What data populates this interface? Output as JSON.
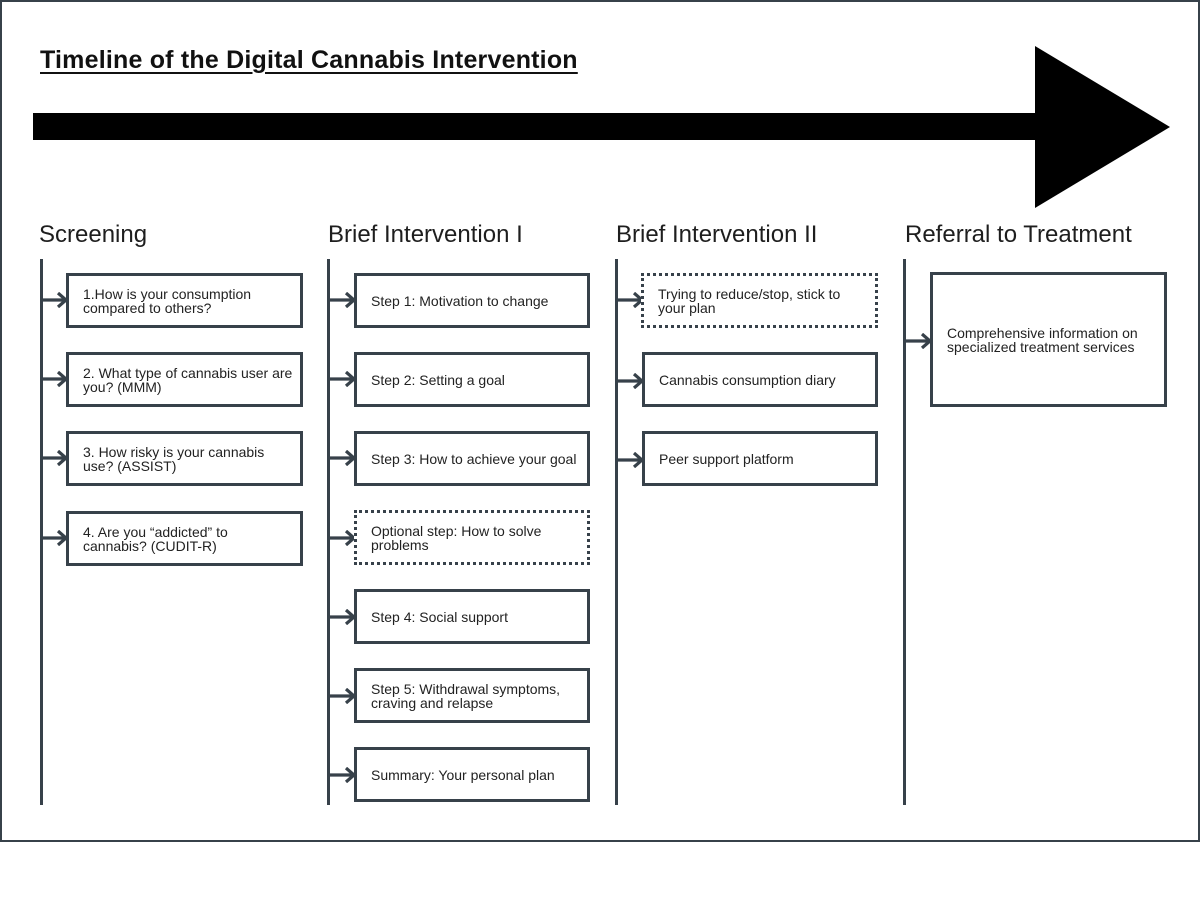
{
  "title": "Timeline of the Digital Cannabis Intervention",
  "colors": {
    "line": "#37414a",
    "arrow": "#000000"
  },
  "columns": [
    {
      "heading": "Screening",
      "items": [
        {
          "text": "1.How is your consumption compared to others?",
          "style": "solid"
        },
        {
          "text": "2. What type of cannabis user are you? (MMM)",
          "style": "solid"
        },
        {
          "text": "3. How risky is your cannabis use? (ASSIST)",
          "style": "solid"
        },
        {
          "text": "4. Are you “addicted” to cannabis? (CUDIT-R)",
          "style": "solid"
        }
      ]
    },
    {
      "heading": "Brief Intervention I",
      "items": [
        {
          "text": "Step 1: Motivation to change",
          "style": "solid"
        },
        {
          "text": "Step 2: Setting a goal",
          "style": "solid"
        },
        {
          "text": "Step 3: How to achieve your goal",
          "style": "solid"
        },
        {
          "text": "Optional step: How to solve problems",
          "style": "dotted"
        },
        {
          "text": "Step 4: Social support",
          "style": "solid"
        },
        {
          "text": "Step 5: Withdrawal symptoms, craving and relapse",
          "style": "solid"
        },
        {
          "text": "Summary: Your personal plan",
          "style": "solid"
        }
      ]
    },
    {
      "heading": "Brief Intervention II",
      "items": [
        {
          "text": "Trying to reduce/stop, stick to your plan",
          "style": "dotted"
        },
        {
          "text": "Cannabis consumption diary",
          "style": "solid"
        },
        {
          "text": "Peer support platform",
          "style": "solid"
        }
      ]
    },
    {
      "heading": "Referral to Treatment",
      "items": [
        {
          "text": "Comprehensive information on specialized treatment services",
          "style": "solid"
        }
      ]
    }
  ]
}
